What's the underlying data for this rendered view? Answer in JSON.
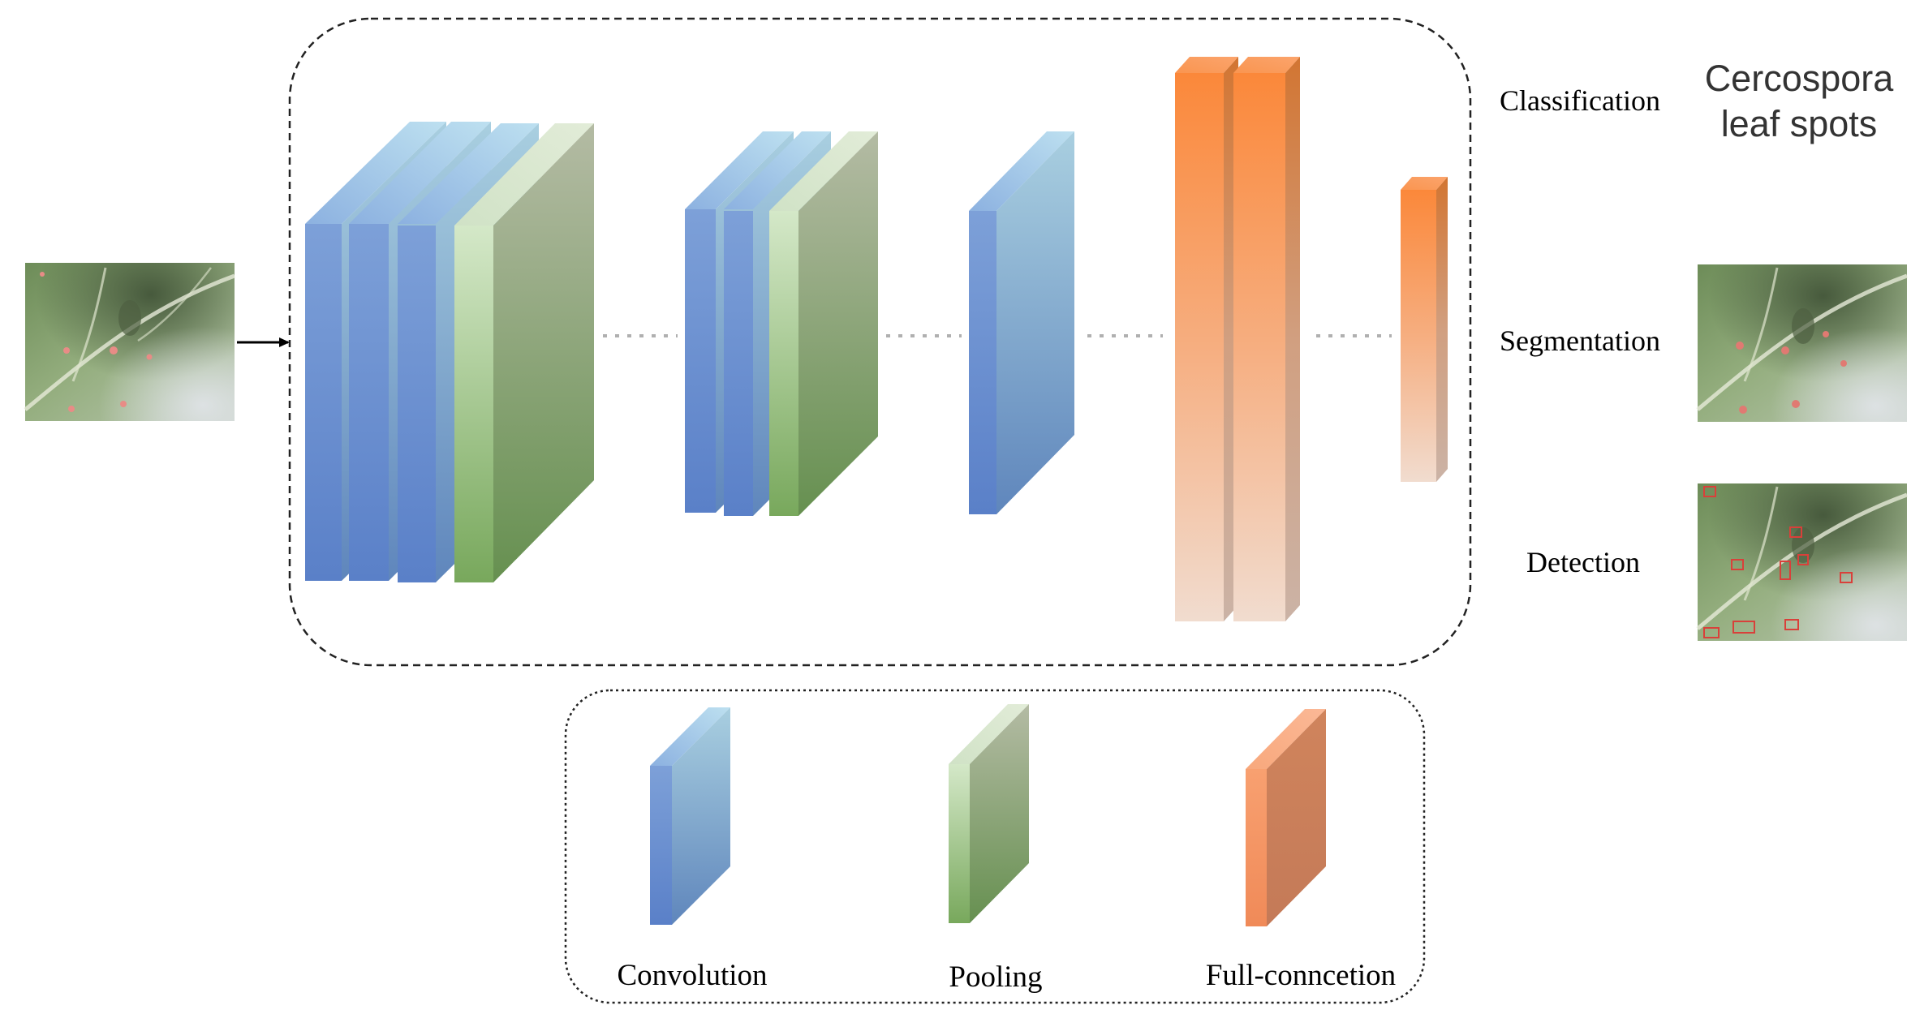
{
  "outputs": {
    "title_line1": "Cercospora",
    "title_line2": "leaf spots",
    "classification": "Classification",
    "segmentation": "Segmentation",
    "detection": "Detection"
  },
  "legend": {
    "convolution": "Convolution",
    "pooling": "Pooling",
    "full_connection": "Full-conncetion"
  },
  "colors": {
    "conv_front_top": "#7d9fd6",
    "conv_front_bottom": "#5a80c8",
    "conv_side_top": "#a6ccdd",
    "conv_side_bottom": "#5f85bb",
    "pool_front_top": "#cfe4c1",
    "pool_front_bottom": "#7aaa5e",
    "pool_side_top": "#b9c2ac",
    "pool_side_bottom": "#688f50",
    "fc_front_top": "#fb8a3c",
    "fc_front_bottom": "#f3d9cc",
    "fc_side_top": "#d47a40",
    "fc_side_bottom": "#cdb3a5",
    "fc_top_face": "#fb9a5a",
    "detection_box": "#d9403a",
    "lesion": "#e88c86",
    "leaf_mid": "#87a46f"
  }
}
